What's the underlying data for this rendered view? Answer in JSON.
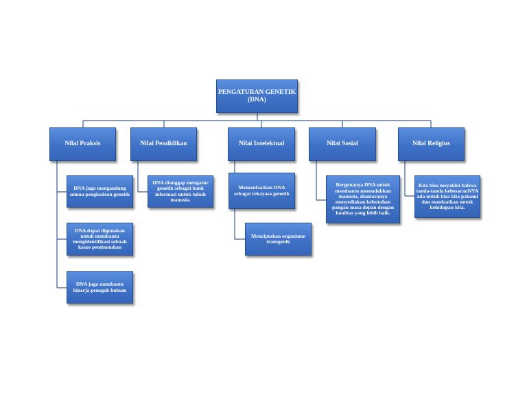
{
  "root": "PENGATURAN GENETIK (DNA)",
  "categories": [
    {
      "label": "Nilai Praksis",
      "items": [
        "DNA juga mengandung semua pengkodean genetik",
        "DNA dapat digunakan untuk membantu mengidentifikasi sebuah kasus pembunuhan",
        "DNA juga membantu kinerja penegak hukum"
      ]
    },
    {
      "label": "Nilai Pendidikan",
      "items": [
        "DNA dianggap mengatur genetik sebagai bank informasi untuk tubuh manusia."
      ]
    },
    {
      "label": "Nilai Intelektual",
      "items": [
        "Memanfaatkan DNA sebagai rekayasa genetik",
        "Menciptakan organisme transgenik"
      ]
    },
    {
      "label": "Nilai Sosial",
      "items": [
        "Bergunanya DNA untuk membantu memudahkan manusia, diantaranya menyediakan kebutuhan pangan masa depan dengan kualitas yang lebih baik."
      ]
    },
    {
      "label": "Nilai Religius",
      "items": [
        "Kita bisa meyakini bahwa tanda-tanda kebesaranNYA ada untuk bisa kita pahami dan manfaatkan untuk kehidupan kita."
      ]
    }
  ]
}
